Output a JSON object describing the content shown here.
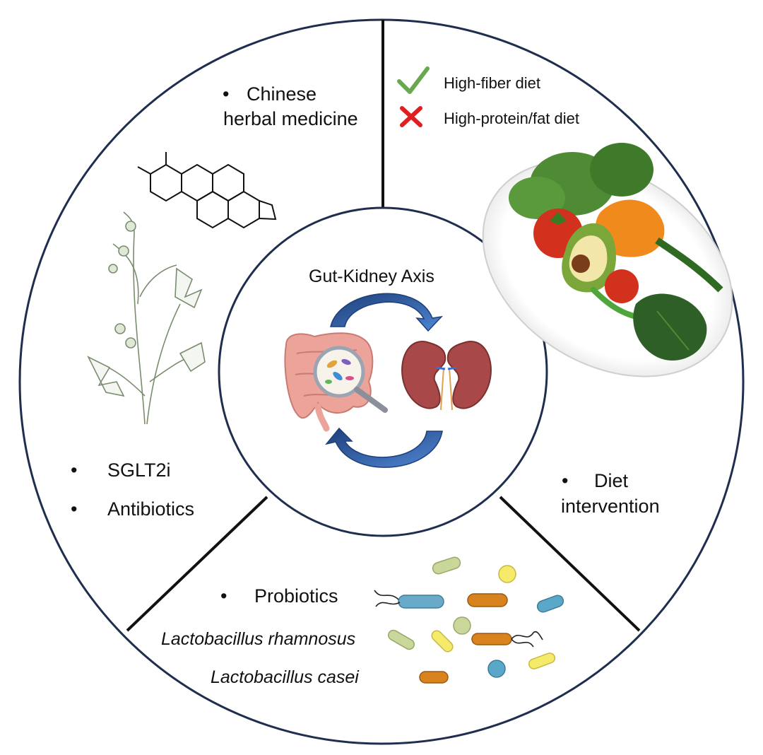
{
  "center": {
    "title": "Gut-Kidney Axis"
  },
  "herbal": {
    "bullet": "•",
    "line1": "Chinese",
    "line2": "herbal medicine"
  },
  "drugs": {
    "bullet": "•",
    "items": [
      "SGLT2i",
      "Antibiotics"
    ]
  },
  "diet_rules": {
    "good": {
      "icon": "check-icon",
      "label": "High-fiber diet",
      "color": "#6aa84f"
    },
    "bad": {
      "icon": "cross-icon",
      "label": "High-protein/fat diet",
      "color": "#e02020"
    }
  },
  "diet": {
    "bullet": "•",
    "line1": "Diet",
    "line2": "intervention"
  },
  "probiotics": {
    "bullet": "•",
    "title": "Probiotics",
    "species": [
      "Lactobacillus rhamnosus",
      "Lactobacillus casei"
    ]
  },
  "colors": {
    "ring": "#1f2d4f",
    "arrow": "#2f5fa8",
    "kidney": "#a84848",
    "gut": "#e89a92"
  }
}
